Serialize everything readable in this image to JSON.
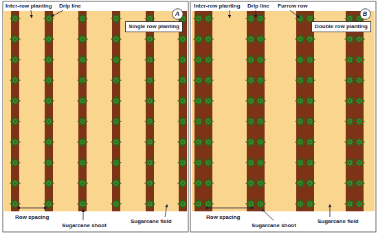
{
  "diagram": {
    "nodes": [
      {
        "text": [
          "A"
        ]
      },
      {
        "text": [
          "Single row planting"
        ]
      },
      {
        "text": [
          "B"
        ]
      },
      {
        "text": [
          "Double row planting"
        ]
      }
    ],
    "labels": [
      "Inter-row planting",
      "Drip line",
      "Row spacing",
      "Sugarcane shoot",
      "Sugarcane field",
      "Inter-row planting",
      "Drip line",
      "Furrow row",
      "Row spacing",
      "Sugarcane shoot",
      "Sugarcane field"
    ]
  }
}
